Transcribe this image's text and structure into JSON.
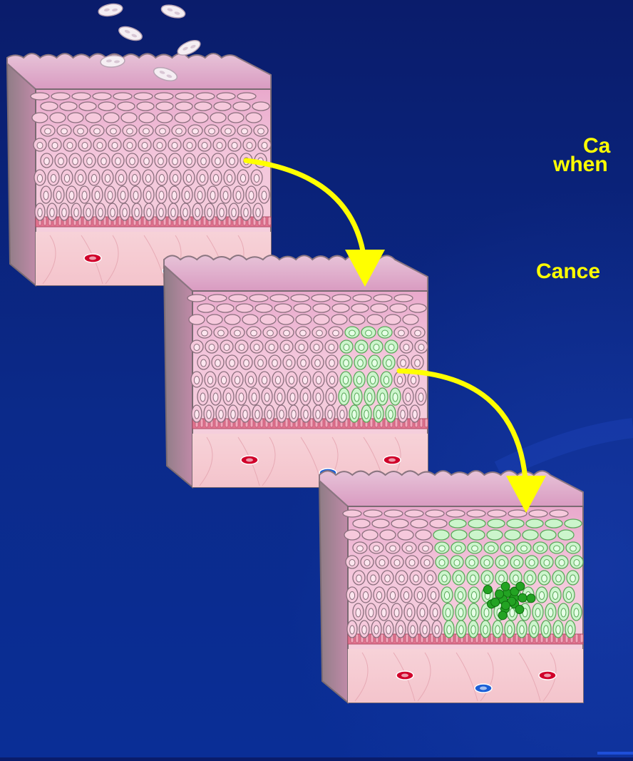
{
  "colors": {
    "background": "#0b2a8a",
    "caption": "#ffff00",
    "arrow": "#ffff00",
    "normal_cell": "#f6c9dc",
    "abnormal_cell": "#ccf5cc",
    "malignant_cell": "#23a323",
    "vessel_red": "#d0002a",
    "vessel_blue": "#1a5fd6"
  },
  "caption": {
    "line1": "Ca",
    "line2": "when",
    "line3": "Cance"
  },
  "diagram": {
    "stages": [
      {
        "name": "normal-tissue",
        "abnormal_fraction": 0
      },
      {
        "name": "early-abnormal-cells",
        "abnormal_fraction": 0.3
      },
      {
        "name": "cancer",
        "abnormal_fraction": 0.55
      }
    ],
    "particles": 6,
    "icons": [
      "carcinogen-particle-icon",
      "transition-arrow-icon",
      "blood-vessel-icon"
    ]
  }
}
